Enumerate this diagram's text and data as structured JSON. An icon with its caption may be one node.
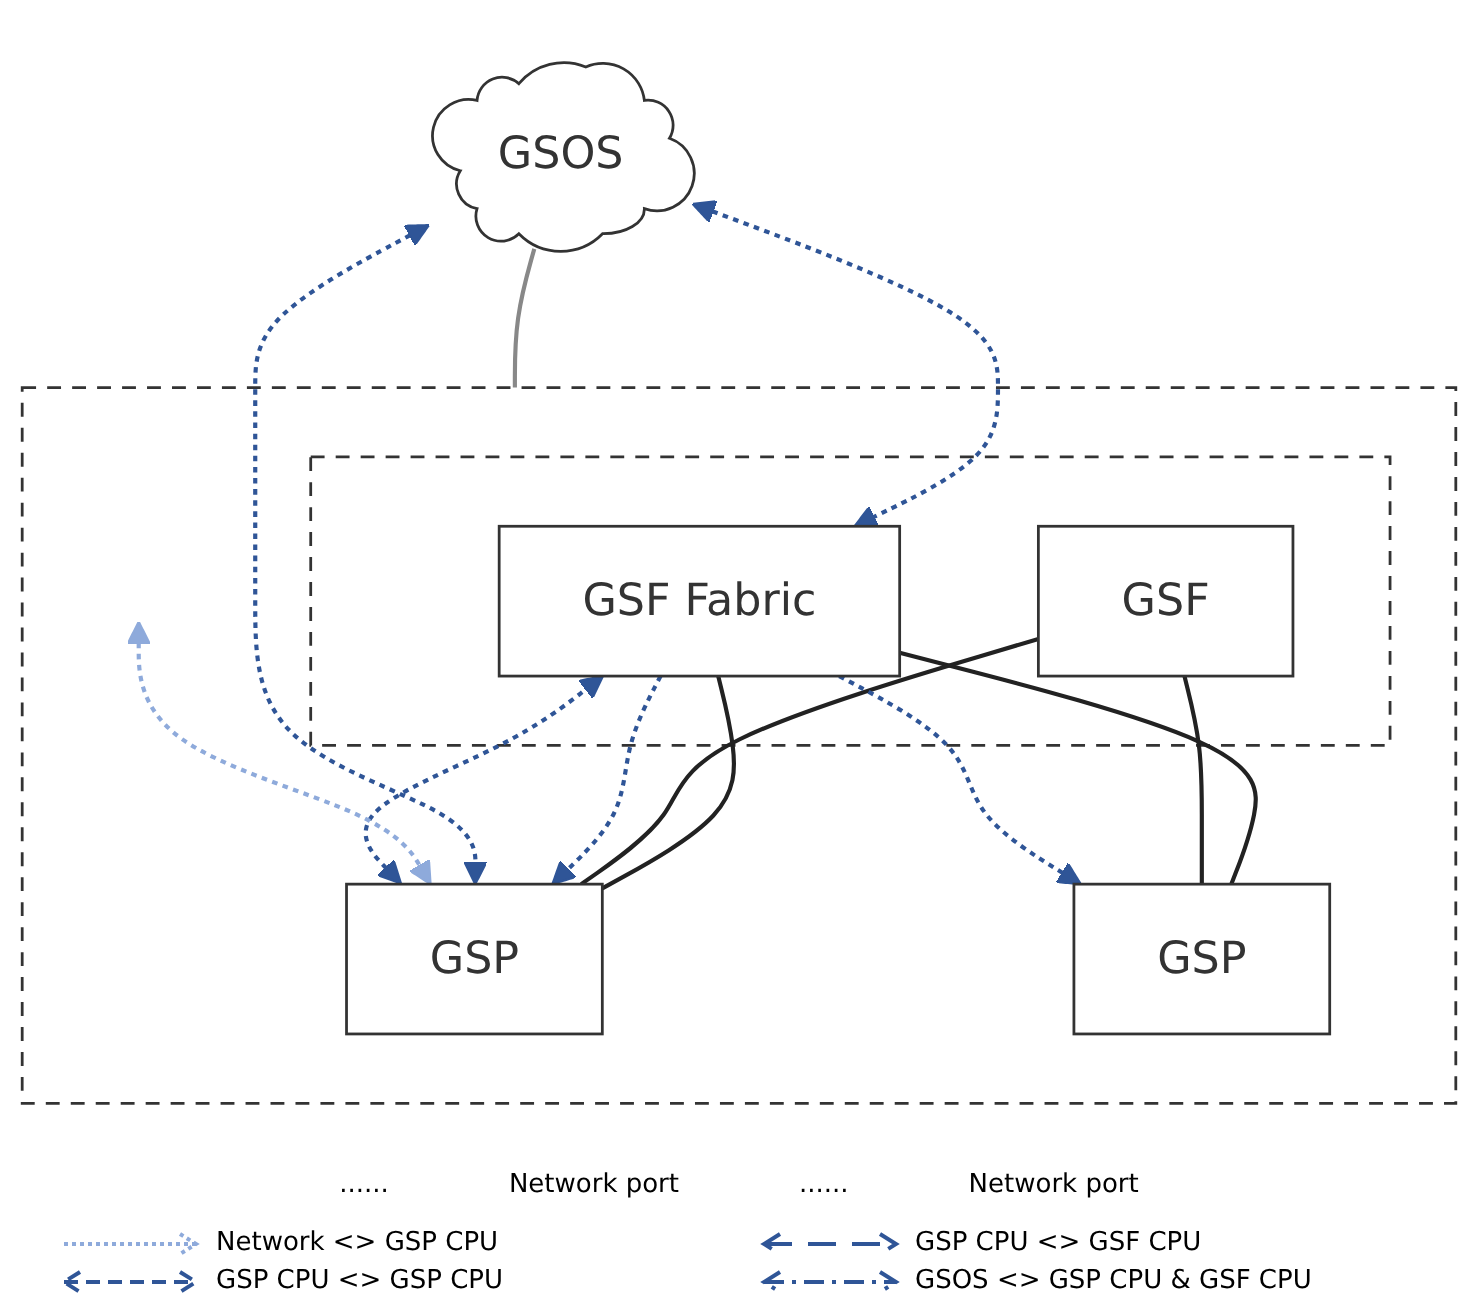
{
  "diagram": {
    "nodes": [
      {
        "text": [
          "GSOS"
        ]
      },
      {
        "text": [],
        "shape": "box"
      },
      {
        "text": [],
        "shape": "box",
        "in": 1
      },
      {
        "text": [
          "GSF Fabric"
        ],
        "in": 2
      },
      {
        "text": [
          "GSF"
        ],
        "in": 2
      },
      {
        "text": [
          "GSP"
        ],
        "in": 1
      },
      {
        "text": [
          "GSP"
        ],
        "in": 1
      }
    ],
    "edges": [
      {
        "from": 0,
        "to": 1,
        "arrow": "none",
        "color": "#888888"
      },
      {
        "from": 3,
        "to": 5,
        "arrow": "none",
        "color": "#222222"
      },
      {
        "from": 3,
        "to": 6,
        "arrow": "none",
        "color": "#222222"
      },
      {
        "from": 4,
        "to": 5,
        "arrow": "none",
        "color": "#222222"
      },
      {
        "from": 4,
        "to": 6,
        "arrow": "none",
        "color": "#222222"
      },
      {
        "from": 3,
        "to": 5,
        "arrow": "to",
        "style": "dashed",
        "color": "#2f5597"
      },
      {
        "from": 3,
        "to": 6,
        "arrow": "to",
        "style": "dashed",
        "color": "#2f5597"
      },
      {
        "from": 5,
        "to": 3,
        "arrow": "both",
        "style": "dashed",
        "color": "#2f5597"
      },
      {
        "from": 0,
        "to": 3,
        "arrow": "both",
        "style": "dashed",
        "color": "#2f5597"
      },
      {
        "from": 0,
        "to": 5,
        "arrow": "both",
        "style": "dashed",
        "color": "#2f5597"
      },
      {
        "from": null,
        "to": 5,
        "arrow": "both",
        "style": "dashed",
        "color": "#8eaadb"
      }
    ],
    "labels": [
      "......",
      "Network port",
      "......",
      "Network port"
    ],
    "legend": [
      {
        "text": "Network <> GSP CPU"
      },
      {
        "text": "GSP CPU <> GSF CPU"
      },
      {
        "text": "GSP CPU <> GSP CPU"
      },
      {
        "text": "GSOS <> GSP CPU & GSF CPU"
      }
    ]
  }
}
